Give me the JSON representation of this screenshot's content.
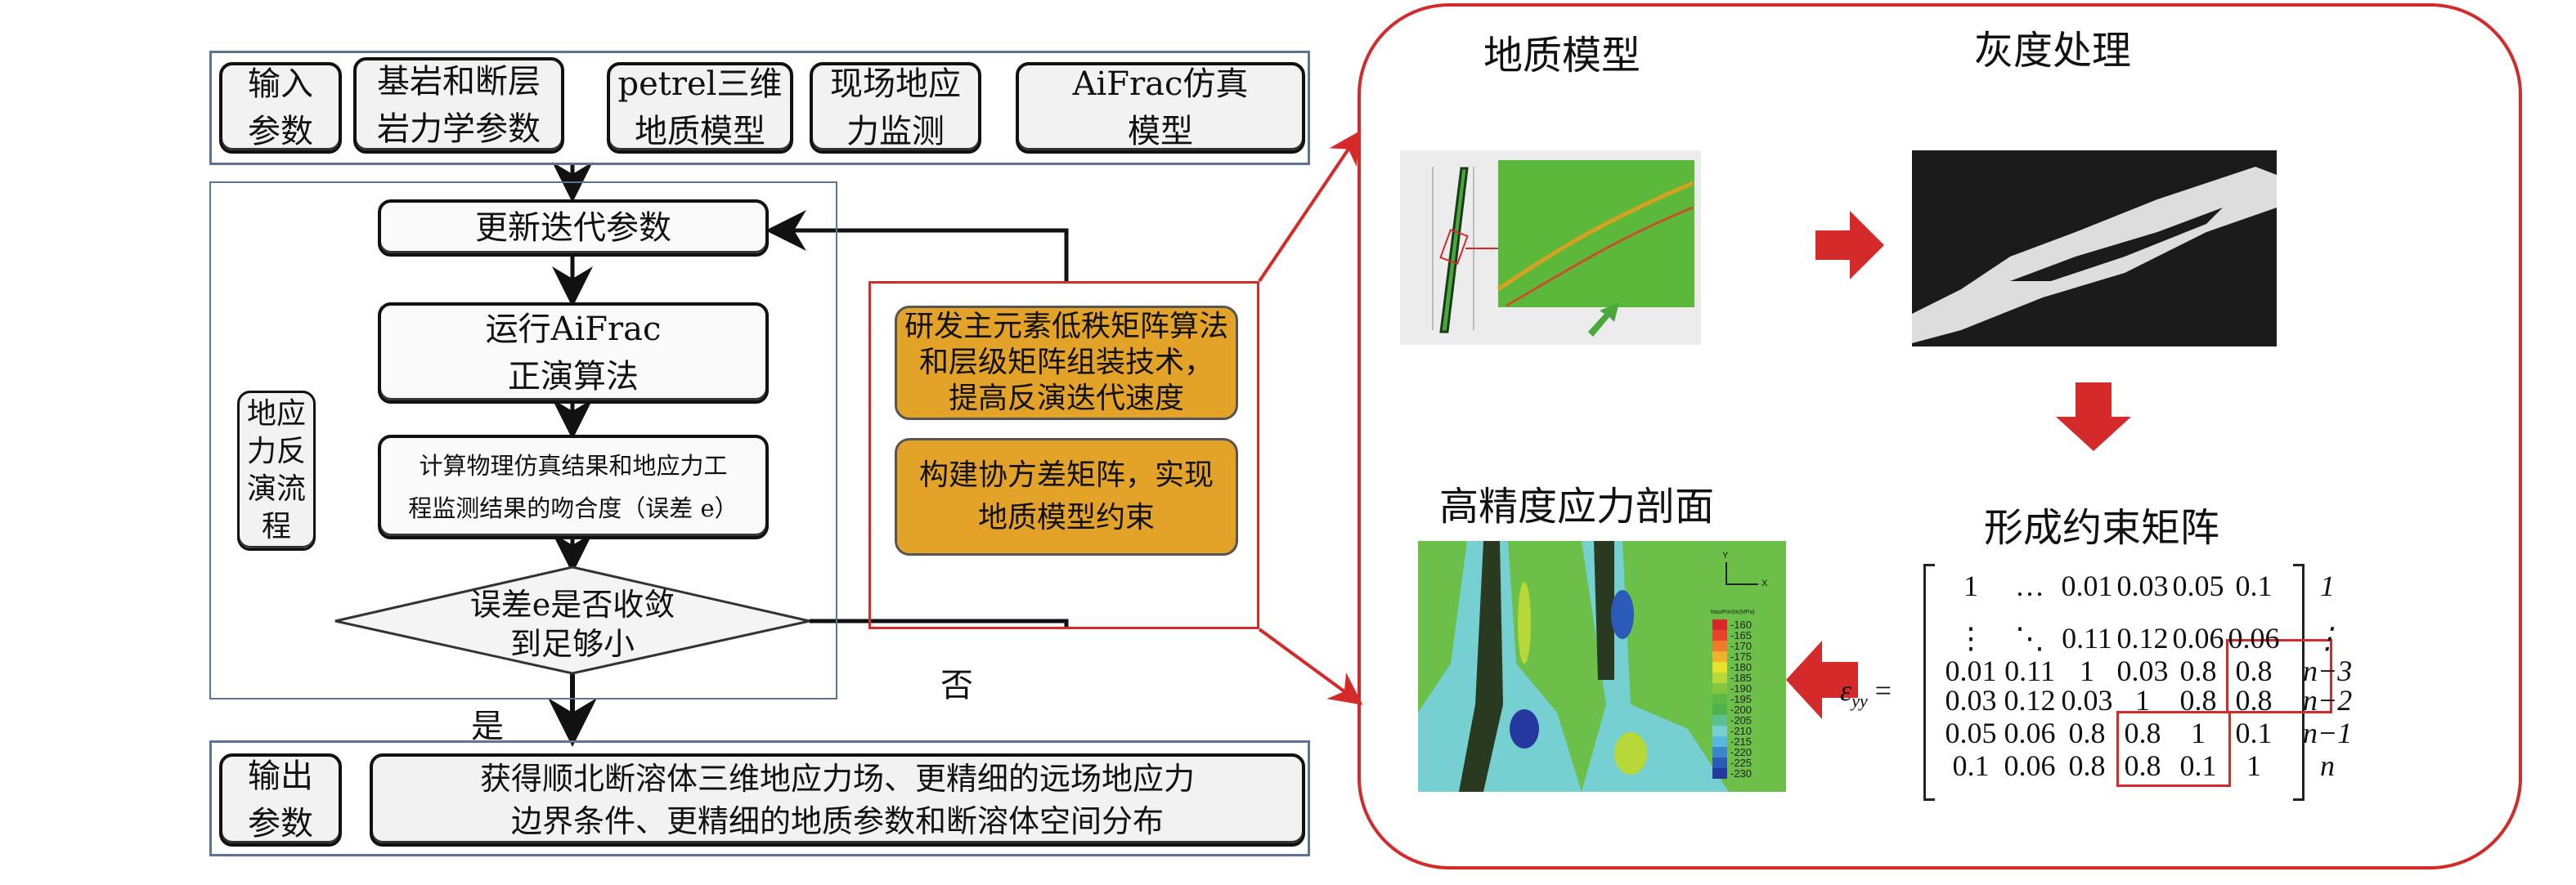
{
  "input": {
    "label": "输入\n参数",
    "items": [
      "基岩和断层\n岩力学参数",
      "petrel三维\n地质模型",
      "现场地应\n力监测",
      "AiFrac仿真\n模型"
    ]
  },
  "flow": {
    "side_label": "地应\n力反\n演流\n程",
    "step1": "更新迭代参数",
    "step2": "运行AiFrac\n正演算法",
    "step3": "计算物理仿真结果和地应力工\n程监测结果的吻合度（误差 e）",
    "decision": "误差e是否收敛\n到足够小",
    "no_label": "否",
    "yes_label": "是"
  },
  "methods": [
    "研发主元素低秩矩阵算法\n和层级矩阵组装技术，\n提高反演迭代速度",
    "构建协方差矩阵，实现\n地质模型约束"
  ],
  "output": {
    "label": "输出\n参数",
    "text": "获得顺北断溶体三维地应力场、更精细的远场地应力\n边界条件、更精细的地质参数和断溶体空间分布"
  },
  "panel": {
    "geo_model_title": "地质模型",
    "gray_title": "灰度处理",
    "constraint_title": "形成约束矩阵",
    "stress_title": "高精度应力剖面",
    "matrix_symbol": "ε",
    "matrix_subscript": "yy",
    "matrix_rows": [
      [
        "1",
        "…",
        "0.01",
        "0.03",
        "0.05",
        "0.1"
      ],
      [
        "⋮",
        "⋱",
        "0.11",
        "0.12",
        "0.06",
        "0.06"
      ],
      [
        "0.01",
        "0.11",
        "1",
        "0.03",
        "0.8",
        "0.8"
      ],
      [
        "0.03",
        "0.12",
        "0.03",
        "1",
        "0.8",
        "0.8"
      ],
      [
        "0.05",
        "0.06",
        "0.8",
        "0.8",
        "1",
        "0.1"
      ],
      [
        "0.1",
        "0.06",
        "0.8",
        "0.8",
        "0.1",
        "1"
      ]
    ],
    "row_labels": [
      "1",
      "⋮",
      "n−3",
      "n−2",
      "n−1",
      "n"
    ],
    "legend_title": "MaxPrinStr(MPa)",
    "legend_values": [
      "-160",
      "-165",
      "-170",
      "-175",
      "-180",
      "-185",
      "-190",
      "-195",
      "-200",
      "-205",
      "-210",
      "-215",
      "-220",
      "-225",
      "-230"
    ],
    "legend_colors": [
      "#d8262a",
      "#e8442a",
      "#ee7a2a",
      "#f2b12a",
      "#e8e22e",
      "#b8d83a",
      "#84c63e",
      "#5cba44",
      "#50b04a",
      "#5cbf8f",
      "#76cfd0",
      "#5ab8e0",
      "#3a86cc",
      "#2c5ab8",
      "#2438a0"
    ],
    "axis_y": "Y",
    "axis_x": "X"
  },
  "colors": {
    "accent_red": "#d42a2a",
    "orange": "#e3a328",
    "frame_blue": "#5d7393"
  }
}
